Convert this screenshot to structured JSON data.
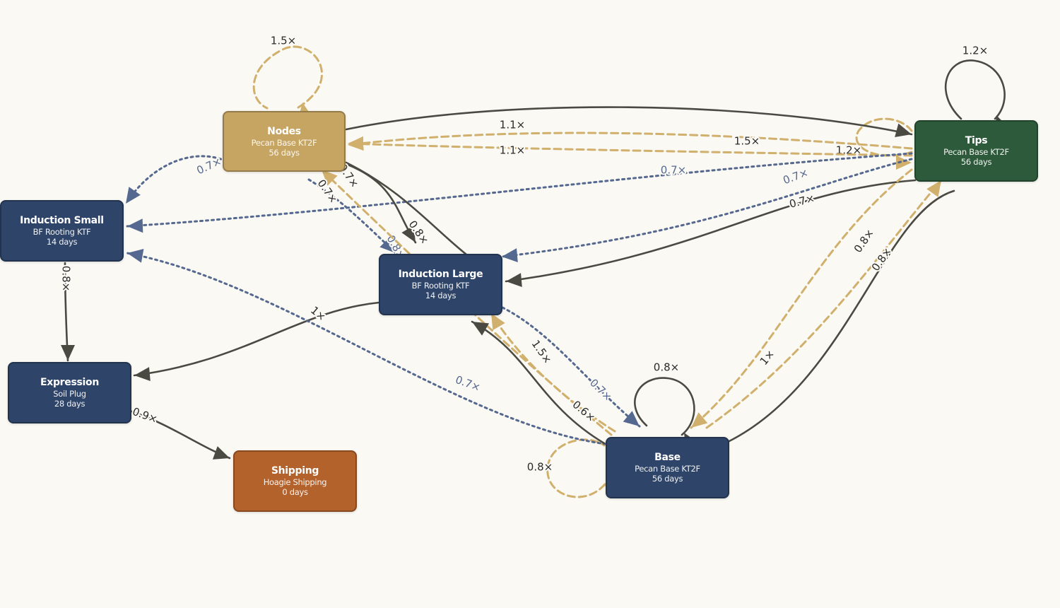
{
  "colors": {
    "background": "#fbf9f4",
    "solid": "#4a4a42",
    "dashed": "#d0b06c",
    "dotted": "#55688f",
    "node_blue": "#2e4468",
    "node_gold": "#c6a462",
    "node_green": "#2d5a3a",
    "node_orange": "#b4622b"
  },
  "nodes": [
    {
      "id": "nodes",
      "name": "Nodes",
      "medium": "Pecan Base KT2F",
      "duration": "56 days",
      "color": "#c6a462"
    },
    {
      "id": "tips",
      "name": "Tips",
      "medium": "Pecan Base KT2F",
      "duration": "56 days",
      "color": "#2d5a3a"
    },
    {
      "id": "induction_small",
      "name": "Induction Small",
      "medium": "BF Rooting KTF",
      "duration": "14 days",
      "color": "#2e4468"
    },
    {
      "id": "induction_large",
      "name": "Induction Large",
      "medium": "BF Rooting KTF",
      "duration": "14 days",
      "color": "#2e4468"
    },
    {
      "id": "expression",
      "name": "Expression",
      "medium": "Soil Plug",
      "duration": "28 days",
      "color": "#2e4468"
    },
    {
      "id": "shipping",
      "name": "Shipping",
      "medium": "Hoagie Shipping",
      "duration": "0 days",
      "color": "#b4622b"
    },
    {
      "id": "base",
      "name": "Base",
      "medium": "Pecan Base KT2F",
      "duration": "56 days",
      "color": "#2e4468"
    }
  ],
  "edges": [
    {
      "from": "nodes",
      "to": "nodes",
      "style": "dashed",
      "label": "1.5×"
    },
    {
      "from": "tips",
      "to": "tips",
      "style": "solid",
      "label": "1.2×"
    },
    {
      "from": "tips",
      "to": "tips",
      "style": "dashed",
      "label": "1.2×"
    },
    {
      "from": "base",
      "to": "base",
      "style": "solid",
      "label": "0.8×"
    },
    {
      "from": "base",
      "to": "base",
      "style": "dashed",
      "label": "0.8×"
    },
    {
      "from": "nodes",
      "to": "tips",
      "style": "solid",
      "label": "1.1×"
    },
    {
      "from": "tips",
      "to": "nodes",
      "style": "dashed",
      "label": "1.1×"
    },
    {
      "from": "tips",
      "to": "nodes",
      "style": "dashed",
      "label": "1.5×"
    },
    {
      "from": "nodes",
      "to": "induction_small",
      "style": "dotted",
      "label": "0.7×"
    },
    {
      "from": "tips",
      "to": "induction_small",
      "style": "dotted",
      "label": "0.7×"
    },
    {
      "from": "tips",
      "to": "induction_large",
      "style": "dotted",
      "label": "0.7×"
    },
    {
      "from": "tips",
      "to": "induction_large",
      "style": "solid",
      "label": "0.7×"
    },
    {
      "from": "nodes",
      "to": "induction_large",
      "style": "solid",
      "label": "0.8×"
    },
    {
      "from": "nodes",
      "to": "induction_large",
      "style": "dotted",
      "label": "0.8×"
    },
    {
      "from": "nodes",
      "to": "base",
      "style": "solid",
      "label": "0.7×"
    },
    {
      "from": "base",
      "to": "nodes",
      "style": "dashed",
      "label": "0.7×"
    },
    {
      "from": "induction_small",
      "to": "expression",
      "style": "solid",
      "label": "0.8×"
    },
    {
      "from": "induction_large",
      "to": "expression",
      "style": "solid",
      "label": "1×"
    },
    {
      "from": "base",
      "to": "induction_small",
      "style": "dotted",
      "label": "0.7×"
    },
    {
      "from": "expression",
      "to": "shipping",
      "style": "solid",
      "label": "0.9×"
    },
    {
      "from": "base",
      "to": "induction_large",
      "style": "dashed",
      "label": "1.5×"
    },
    {
      "from": "nodes",
      "to": "base",
      "style": "dotted",
      "label": "0.7×"
    },
    {
      "from": "base",
      "to": "induction_large",
      "style": "solid",
      "label": "0.6×"
    },
    {
      "from": "base",
      "to": "tips",
      "style": "dashed",
      "label": "0.8×"
    },
    {
      "from": "base",
      "to": "tips",
      "style": "solid",
      "label": "0.8×"
    },
    {
      "from": "tips",
      "to": "base",
      "style": "dashed",
      "label": "1×"
    }
  ]
}
